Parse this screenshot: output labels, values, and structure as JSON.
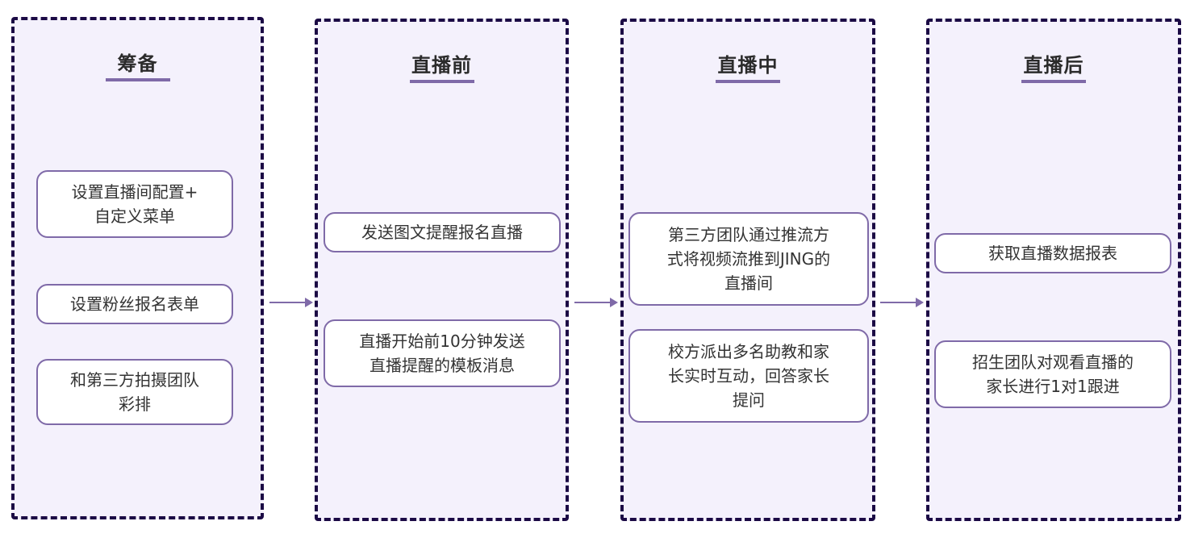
{
  "colors": {
    "stage_bg": "#f4f1fc",
    "stage_border": "#1b0a45",
    "accent": "#7f6aa8",
    "card_bg": "#ffffff",
    "text": "#333333"
  },
  "stages": [
    {
      "title": "筹备",
      "cards": [
        "设置直播间配置+\n自定义菜单",
        "设置粉丝报名表单",
        "和第三方拍摄团队\n彩排"
      ]
    },
    {
      "title": "直播前",
      "cards": [
        "发送图文提醒报名直播",
        "直播开始前10分钟发送\n直播提醒的模板消息"
      ]
    },
    {
      "title": "直播中",
      "cards": [
        "第三方团队通过推流方\n式将视频流推到JING的\n直播间",
        "校方派出多名助教和家\n长实时互动，回答家长\n提问"
      ]
    },
    {
      "title": "直播后",
      "cards": [
        "获取直播数据报表",
        "招生团队对观看直播的\n家长进行1对1跟进"
      ]
    }
  ],
  "arrows": [
    {
      "from": "筹备",
      "to": "直播前"
    },
    {
      "from": "直播前",
      "to": "直播中"
    },
    {
      "from": "直播中",
      "to": "直播后"
    }
  ]
}
